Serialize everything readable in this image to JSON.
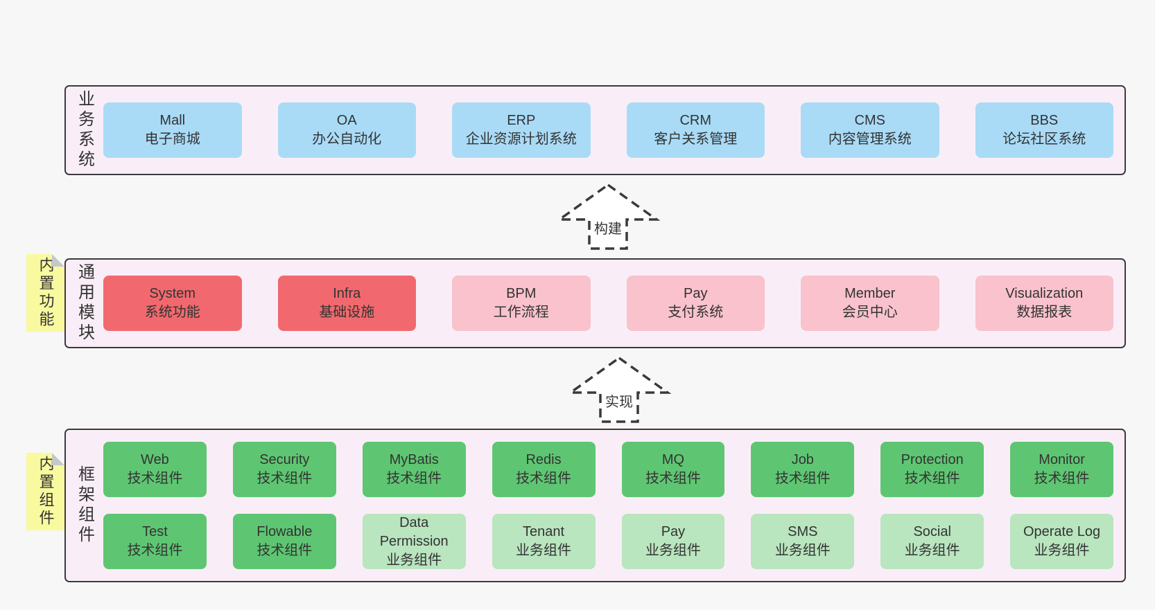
{
  "colors": {
    "page_bg": "#f7f7f7",
    "band_bg": "#f9eef7",
    "band_border": "#3a3a3a",
    "blue": "#a9dbf6",
    "red": "#f1696e",
    "pink": "#f9c2cc",
    "green_dark": "#5ec672",
    "green_light": "#b9e5bf",
    "sticky_yellow": "#f9f9a0",
    "text": "#333333"
  },
  "arrows": {
    "build": {
      "label": "构建"
    },
    "implement": {
      "label": "实现"
    }
  },
  "bands": {
    "business": {
      "label": "业务系统",
      "boxes": [
        {
          "title": "Mall",
          "subtitle": "电子商城",
          "variant": "blue"
        },
        {
          "title": "OA",
          "subtitle": "办公自动化",
          "variant": "blue"
        },
        {
          "title": "ERP",
          "subtitle": "企业资源计划系统",
          "variant": "blue"
        },
        {
          "title": "CRM",
          "subtitle": "客户关系管理",
          "variant": "blue"
        },
        {
          "title": "CMS",
          "subtitle": "内容管理系统",
          "variant": "blue"
        },
        {
          "title": "BBS",
          "subtitle": "论坛社区系统",
          "variant": "blue"
        }
      ]
    },
    "modules": {
      "label": "通用模块",
      "sticky": "内置功能",
      "boxes": [
        {
          "title": "System",
          "subtitle": "系统功能",
          "variant": "red"
        },
        {
          "title": "Infra",
          "subtitle": "基础设施",
          "variant": "red"
        },
        {
          "title": "BPM",
          "subtitle": "工作流程",
          "variant": "pink"
        },
        {
          "title": "Pay",
          "subtitle": "支付系统",
          "variant": "pink"
        },
        {
          "title": "Member",
          "subtitle": "会员中心",
          "variant": "pink"
        },
        {
          "title": "Visualization",
          "subtitle": "数据报表",
          "variant": "pink"
        }
      ]
    },
    "components": {
      "label": "框架组件",
      "sticky": "内置组件",
      "rows": [
        {
          "boxes": [
            {
              "title": "Web",
              "subtitle": "技术组件",
              "variant": "green_dark"
            },
            {
              "title": "Security",
              "subtitle": "技术组件",
              "variant": "green_dark"
            },
            {
              "title": "MyBatis",
              "subtitle": "技术组件",
              "variant": "green_dark"
            },
            {
              "title": "Redis",
              "subtitle": "技术组件",
              "variant": "green_dark"
            },
            {
              "title": "MQ",
              "subtitle": "技术组件",
              "variant": "green_dark"
            },
            {
              "title": "Job",
              "subtitle": "技术组件",
              "variant": "green_dark"
            },
            {
              "title": "Protection",
              "subtitle": "技术组件",
              "variant": "green_dark"
            },
            {
              "title": "Monitor",
              "subtitle": "技术组件",
              "variant": "green_dark"
            }
          ]
        },
        {
          "boxes": [
            {
              "title": "Test",
              "subtitle": "技术组件",
              "variant": "green_dark"
            },
            {
              "title": "Flowable",
              "subtitle": "技术组件",
              "variant": "green_dark"
            },
            {
              "title": "Data Permission",
              "subtitle": "业务组件",
              "variant": "green_light"
            },
            {
              "title": "Tenant",
              "subtitle": "业务组件",
              "variant": "green_light"
            },
            {
              "title": "Pay",
              "subtitle": "业务组件",
              "variant": "green_light"
            },
            {
              "title": "SMS",
              "subtitle": "业务组件",
              "variant": "green_light"
            },
            {
              "title": "Social",
              "subtitle": "业务组件",
              "variant": "green_light"
            },
            {
              "title": "Operate Log",
              "subtitle": "业务组件",
              "variant": "green_light"
            }
          ]
        }
      ]
    }
  }
}
